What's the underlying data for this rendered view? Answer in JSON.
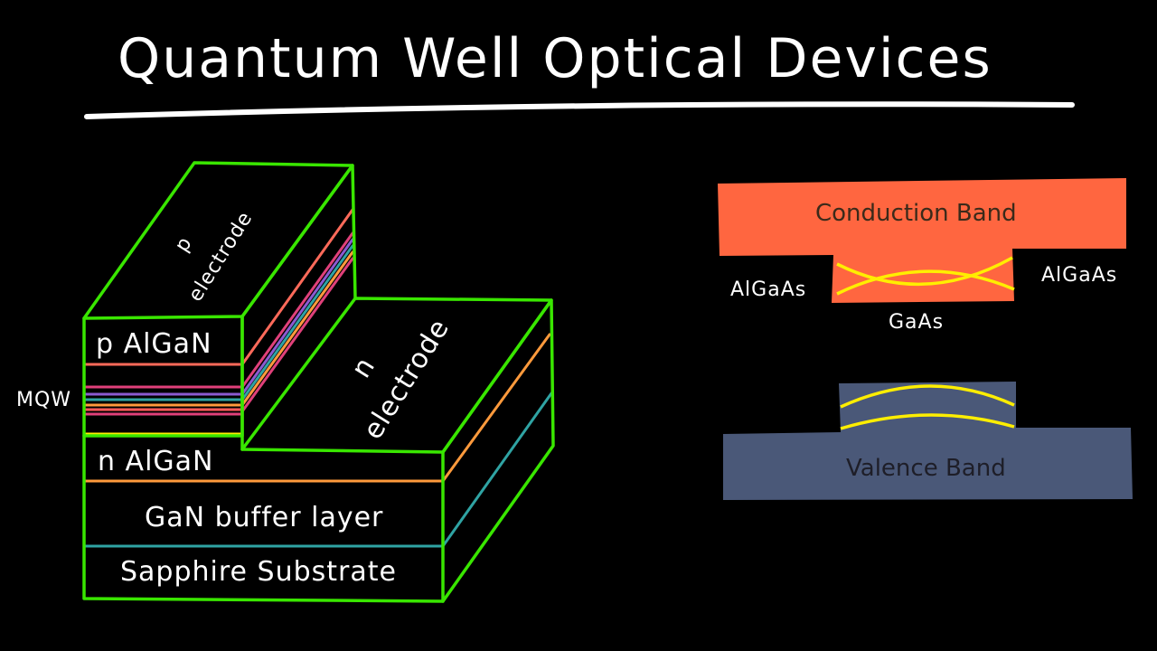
{
  "title": "Quantum Well Optical Devices",
  "device": {
    "p_electrode_line1": "p",
    "p_electrode_line2": "electrode",
    "n_electrode_line1": "n",
    "n_electrode_line2": "electrode",
    "p_algan": "p AlGaN",
    "mqw": "MQW",
    "n_algan": "n AlGaN",
    "buffer": "GaN buffer layer",
    "substrate": "Sapphire Substrate"
  },
  "band_diagram": {
    "conduction_band": "Conduction Band",
    "valence_band": "Valence Band",
    "barrier_left": "AlGaAs",
    "barrier_right": "AlGaAs",
    "well": "GaAs"
  },
  "colors": {
    "outline": "#39e600",
    "conduction": "#ff6640",
    "valence": "#4a5878",
    "wavefunction": "#ffee00",
    "p_layer_line": "#ff6a5a",
    "n_layer_line": "#ffee00",
    "buffer_line": "#ff9a3c",
    "substrate_line": "#2fa3a3"
  }
}
